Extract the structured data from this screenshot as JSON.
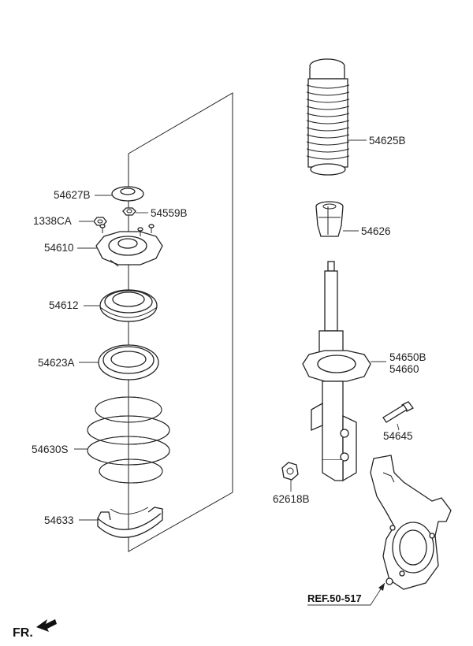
{
  "labels": {
    "p54627B": "54627B",
    "p1338CA": "1338CA",
    "p54559B": "54559B",
    "p54610": "54610",
    "p54612": "54612",
    "p54623A": "54623A",
    "p54630S": "54630S",
    "p54633": "54633",
    "p54625B": "54625B",
    "p54626": "54626",
    "p54650B": "54650B",
    "p54660": "54660",
    "p54645": "54645",
    "p62618B": "62618B",
    "ref": "REF.50-517",
    "fr": "FR."
  }
}
